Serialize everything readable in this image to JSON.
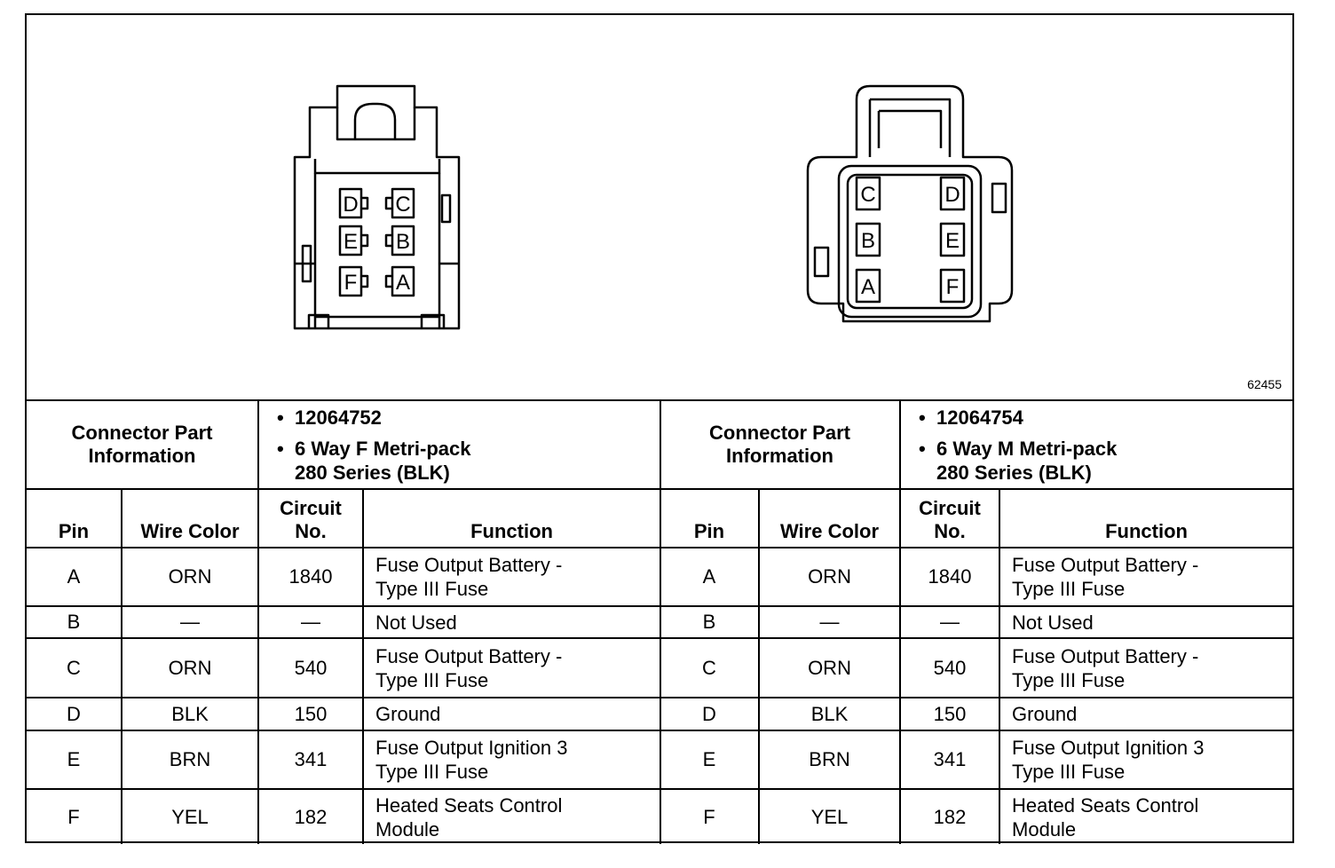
{
  "figure_id": "62455",
  "connectors": [
    {
      "part_info_label": "Connector Part Information",
      "part_number": "12064752",
      "description_line1": "6 Way F Metri-pack",
      "description_line2": "280 Series (BLK)",
      "cavity_labels": [
        "D",
        "C",
        "E",
        "B",
        "F",
        "A"
      ]
    },
    {
      "part_info_label": "Connector Part Information",
      "part_number": "12064754",
      "description_line1": "6 Way M Metri-pack",
      "description_line2": "280 Series (BLK)",
      "cavity_labels": [
        "C",
        "D",
        "B",
        "E",
        "A",
        "F"
      ]
    }
  ],
  "columns": {
    "pin": "Pin",
    "wire_color": "Wire Color",
    "circuit_line1": "Circuit",
    "circuit_line2": "No.",
    "function": "Function"
  },
  "rows": [
    {
      "pin": "A",
      "wire": "ORN",
      "circuit": "1840",
      "func1": "Fuse Output Battery -",
      "func2": "Type III Fuse"
    },
    {
      "pin": "B",
      "wire": "—",
      "circuit": "—",
      "func1": "Not Used",
      "func2": ""
    },
    {
      "pin": "C",
      "wire": "ORN",
      "circuit": "540",
      "func1": "Fuse Output Battery -",
      "func2": "Type III Fuse"
    },
    {
      "pin": "D",
      "wire": "BLK",
      "circuit": "150",
      "func1": "Ground",
      "func2": ""
    },
    {
      "pin": "E",
      "wire": "BRN",
      "circuit": "341",
      "func1": "Fuse Output Ignition 3",
      "func2": "Type III Fuse"
    },
    {
      "pin": "F",
      "wire": "YEL",
      "circuit": "182",
      "func1": "Heated Seats Control",
      "func2": "Module"
    }
  ]
}
